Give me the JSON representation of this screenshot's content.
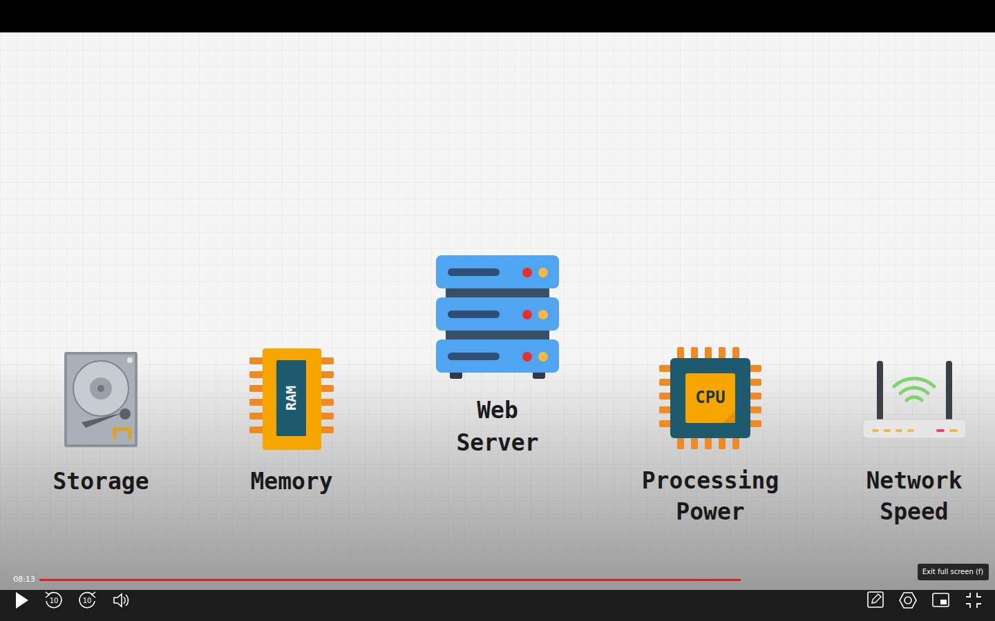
{
  "diagram": {
    "labels": [
      "Web Server",
      "Storage",
      "Memory",
      "RAM",
      "Processing Power",
      "CPU",
      "Network Speed",
      "08:13",
      "10",
      "10",
      "Exit full screen (f)"
    ]
  }
}
